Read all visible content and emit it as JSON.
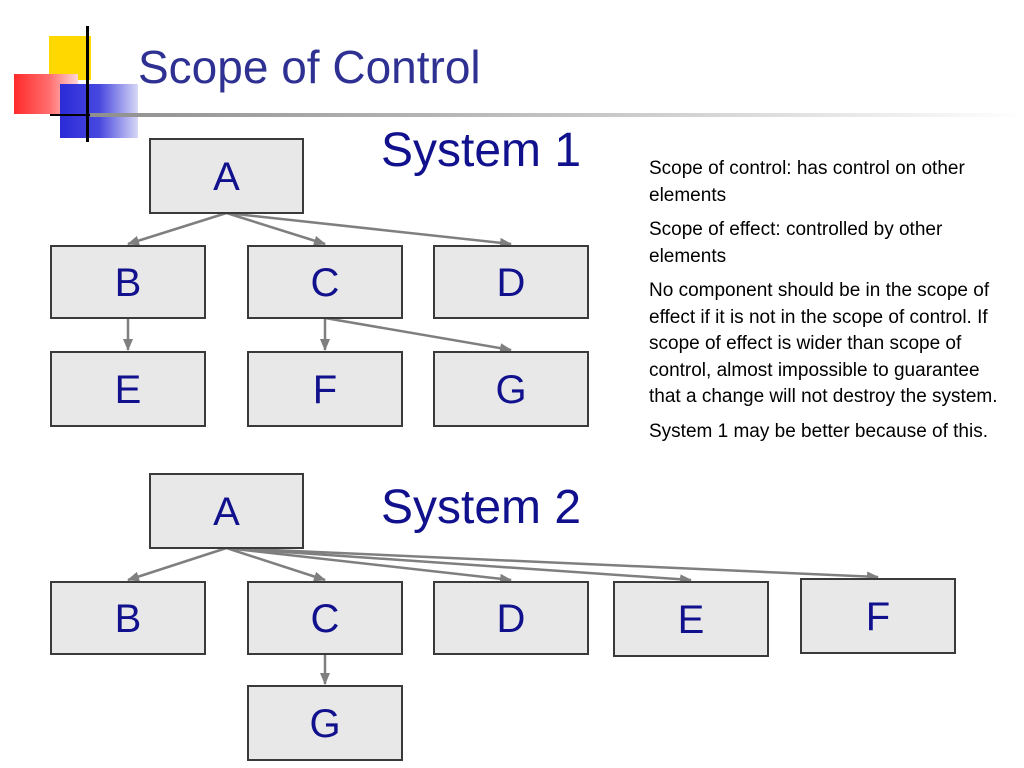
{
  "title": "Scope of Control",
  "colors": {
    "title": "#2e3192",
    "node_text": "#11118e",
    "node_fill": "#e8e8e8",
    "edge": "#7f7f7f"
  },
  "system1": {
    "label": "System 1",
    "nodes": [
      {
        "id": "A",
        "label": "A"
      },
      {
        "id": "B",
        "label": "B"
      },
      {
        "id": "C",
        "label": "C"
      },
      {
        "id": "D",
        "label": "D"
      },
      {
        "id": "E",
        "label": "E"
      },
      {
        "id": "F",
        "label": "F"
      },
      {
        "id": "G",
        "label": "G"
      }
    ],
    "edges": [
      {
        "from": "A",
        "to": "B"
      },
      {
        "from": "A",
        "to": "C"
      },
      {
        "from": "A",
        "to": "D"
      },
      {
        "from": "B",
        "to": "E"
      },
      {
        "from": "C",
        "to": "F"
      },
      {
        "from": "C",
        "to": "G"
      }
    ]
  },
  "system2": {
    "label": "System 2",
    "nodes": [
      {
        "id": "A",
        "label": "A"
      },
      {
        "id": "B",
        "label": "B"
      },
      {
        "id": "C",
        "label": "C"
      },
      {
        "id": "D",
        "label": "D"
      },
      {
        "id": "E",
        "label": "E"
      },
      {
        "id": "F",
        "label": "F"
      },
      {
        "id": "G",
        "label": "G"
      }
    ],
    "edges": [
      {
        "from": "A",
        "to": "B"
      },
      {
        "from": "A",
        "to": "C"
      },
      {
        "from": "A",
        "to": "D"
      },
      {
        "from": "A",
        "to": "E"
      },
      {
        "from": "A",
        "to": "F"
      },
      {
        "from": "C",
        "to": "G"
      }
    ]
  },
  "notes": [
    "Scope of control: has control on other elements",
    "Scope of effect: controlled by other elements",
    "No component should be in the scope of effect if it is not in the scope of control.  If scope of effect is wider than scope of control, almost impossible to guarantee that a change will not destroy the system.",
    "System 1 may be better because of this."
  ]
}
